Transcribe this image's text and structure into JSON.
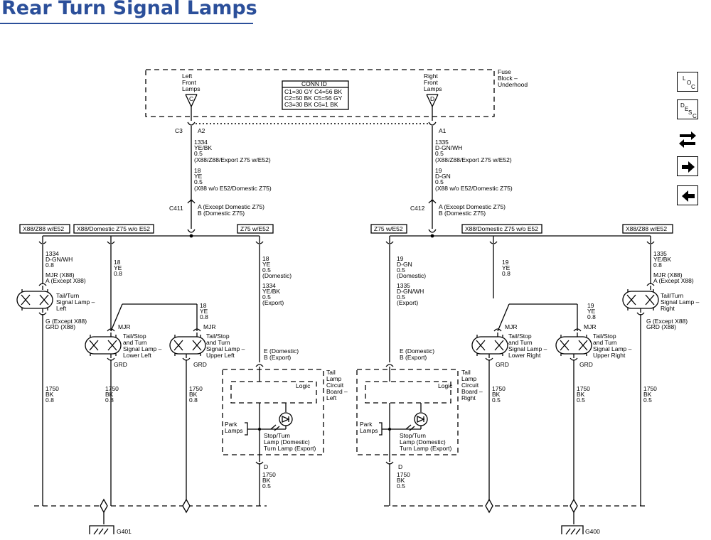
{
  "title": "Rear Turn Signal Lamps",
  "fuse_block": {
    "l1": "Fuse",
    "l2": "Block –",
    "l3": "Underhood"
  },
  "left_front": {
    "l1": "Left",
    "l2": "Front",
    "l3": "Lamps",
    "letter": "C"
  },
  "right_front": {
    "l1": "Right",
    "l2": "Front",
    "l3": "Lamps",
    "letter": "D"
  },
  "conn_id": {
    "header": "CONN ID",
    "r1": "C1=30 GY   C4=56 BK",
    "r2": "C2=50 BK   C5=56 GY",
    "r3": "C3=30 BK   C6=1 BK"
  },
  "c3": "C3",
  "a2": "A2",
  "a1": "A1",
  "wire_l_top": [
    "1334",
    "YE/BK",
    "0.5",
    "(X88/Z88/Export Z75 w/E52)",
    "18",
    "YE",
    "0.5",
    "(X88 w/o E52/Domestic Z75)"
  ],
  "wire_r_top": [
    "1335",
    "D-GN/WH",
    "0.5",
    "(X88/Z88/Export Z75 w/E52)",
    "19",
    "D-GN",
    "0.5",
    "(X88 w/o E52/Domestic Z75)"
  ],
  "c411": {
    "id": "C411",
    "a": "A (Except Domestic Z75)",
    "b": "B (Domestic Z75)"
  },
  "c412": {
    "id": "C412",
    "a": "A (Except Domestic Z75)",
    "b": "B (Domestic Z75)"
  },
  "opt_labels": {
    "l1": "X88/Z88 w/E52",
    "l2": "X88/Domestic Z75 w/o E52",
    "l3": "Z75 w/E52",
    "r1": "Z75 w/E52",
    "r2": "X88/Domestic Z75 w/o E52",
    "r3": "X88/Z88 w/E52"
  },
  "lw1": [
    "1334",
    "D-GN/WH",
    "0.8"
  ],
  "lw2": [
    "18",
    "YE",
    "0.8"
  ],
  "lw3": [
    "18",
    "YE",
    "0.5",
    "(Domestic)",
    "1334",
    "YE/BK",
    "0.5",
    "(Export)"
  ],
  "lw4": [
    "18",
    "YE",
    "0.8"
  ],
  "rw1": [
    "1335",
    "YE/BK",
    "0.8"
  ],
  "rw2": [
    "19",
    "YE",
    "0.8"
  ],
  "rw3": [
    "19",
    "D-GN",
    "0.5",
    "(Domestic)",
    "1335",
    "D-GN/WH",
    "0.5",
    "(Export)"
  ],
  "rw4": [
    "19",
    "YE",
    "0.8"
  ],
  "l_tail": {
    "mjr1": "MJR (X88)",
    "mjr2": "A (Except X88)",
    "n1": "Tail/Turn",
    "n2": "Signal Lamp –",
    "n3": "Left",
    "g1": "G (Except X88)",
    "g2": "GRD (X88)"
  },
  "r_tail": {
    "mjr1": "MJR (X88)",
    "mjr2": "A (Except X88)",
    "n1": "Tail/Turn",
    "n2": "Signal Lamp –",
    "n3": "Right",
    "g1": "G (Except X88)",
    "g2": "GRD (X88)"
  },
  "l_lower": {
    "mjr": "MJR",
    "n1": "Tail/Stop",
    "n2": "and Turn",
    "n3": "Signal Lamp –",
    "n4": "Lower Left",
    "grd": "GRD"
  },
  "l_upper": {
    "mjr": "MJR",
    "n1": "Tail/Stop",
    "n2": "and Turn",
    "n3": "Signal Lamp –",
    "n4": "Upper Left",
    "grd": "GRD"
  },
  "r_lower": {
    "mjr": "MJR",
    "n1": "Tail/Stop",
    "n2": "and Turn",
    "n3": "Signal Lamp –",
    "n4": "Lower Right",
    "grd": "GRD"
  },
  "r_upper": {
    "mjr": "MJR",
    "n1": "Tail/Stop",
    "n2": "and Turn",
    "n3": "Signal Lamp –",
    "n4": "Upper Right",
    "grd": "GRD"
  },
  "board_l": {
    "e": "E (Domestic)",
    "b": "B (Export)",
    "n1": "Tail",
    "n2": "Lamp",
    "n3": "Circuit",
    "n4": "Board –",
    "n5": "Left",
    "logic": "Logic",
    "park1": "Park",
    "park2": "Lamps",
    "s1": "Stop/Turn",
    "s2": "Lamp (Domestic)",
    "s3": "Turn Lamp (Export)",
    "d": "D"
  },
  "board_r": {
    "e": "E (Domestic)",
    "b": "B (Export)",
    "n1": "Tail",
    "n2": "Lamp",
    "n3": "Circuit",
    "n4": "Board –",
    "n5": "Right",
    "logic": "Logic",
    "park1": "Park",
    "park2": "Lamps",
    "s1": "Stop/Turn",
    "s2": "Lamp (Domestic)",
    "s3": "Turn Lamp (Export)",
    "d": "D"
  },
  "gnd_l": {
    "w1": [
      "1750",
      "BK",
      "0.8"
    ],
    "w2": [
      "1750",
      "BK",
      "0.8"
    ],
    "w3": [
      "1750",
      "BK",
      "0.8"
    ],
    "w4": [
      "1750",
      "BK",
      "0.5"
    ],
    "g": "G401"
  },
  "gnd_r": {
    "w1": [
      "1750",
      "BK",
      "0.5"
    ],
    "w2": [
      "1750",
      "BK",
      "0.5"
    ],
    "w3": [
      "1750",
      "BK",
      "0.5"
    ],
    "w4": [
      "1750",
      "BK",
      "0.5"
    ],
    "g": "G400"
  },
  "buttons": {
    "loc": [
      "L",
      "O",
      "C"
    ],
    "desc": [
      "D",
      "E",
      "S",
      "C"
    ]
  },
  "icons": {
    "loc": "loc-icon",
    "desc": "desc-icon",
    "swap": "swap-arrows-icon",
    "next": "arrow-right-icon",
    "prev": "arrow-left-icon"
  }
}
